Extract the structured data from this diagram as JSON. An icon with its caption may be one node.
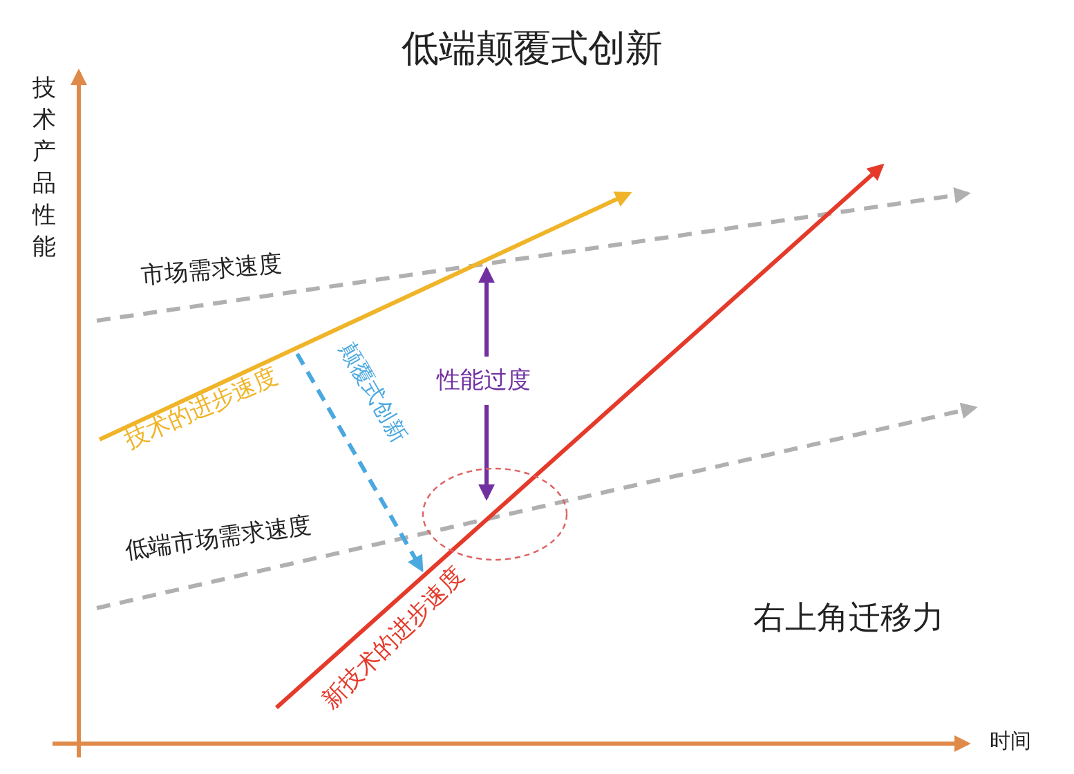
{
  "diagram": {
    "title": "低端颠覆式创新",
    "labels": [
      "技术产品性能",
      "市场需求速度",
      "技术的进步速度",
      "颠覆式创新",
      "性能过度",
      "低端市场需求速度",
      "新技术的进步速度",
      "右上角迁移力",
      "时间"
    ]
  }
}
